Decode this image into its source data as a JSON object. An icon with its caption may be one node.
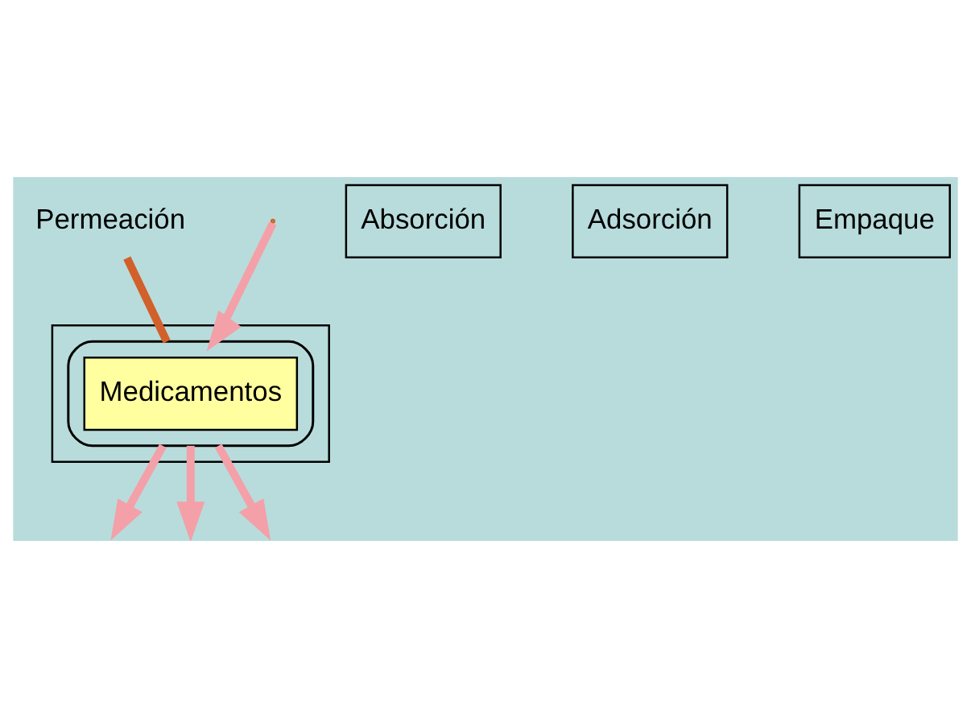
{
  "diagram": {
    "nodes": [
      {
        "text": [
          "Permeación"
        ]
      },
      {
        "text": [
          "Absorción"
        ]
      },
      {
        "text": [
          "Adsorción"
        ]
      },
      {
        "text": [
          "Empaque"
        ]
      },
      {
        "text": [],
        "shape": "box"
      },
      {
        "text": [],
        "shape": "ellipse",
        "in": 4
      },
      {
        "text": [
          "Medicamentos"
        ],
        "in": 5
      }
    ],
    "edges": [
      {
        "from": 0,
        "to": 5,
        "arrow": "none",
        "color": "#d2602a"
      },
      {
        "from": null,
        "to": 5,
        "arrow": "to"
      },
      {
        "from": 5,
        "to": null,
        "arrow": "to"
      },
      {
        "from": 5,
        "to": null,
        "arrow": "to"
      },
      {
        "from": 5,
        "to": null,
        "arrow": "to"
      }
    ]
  }
}
